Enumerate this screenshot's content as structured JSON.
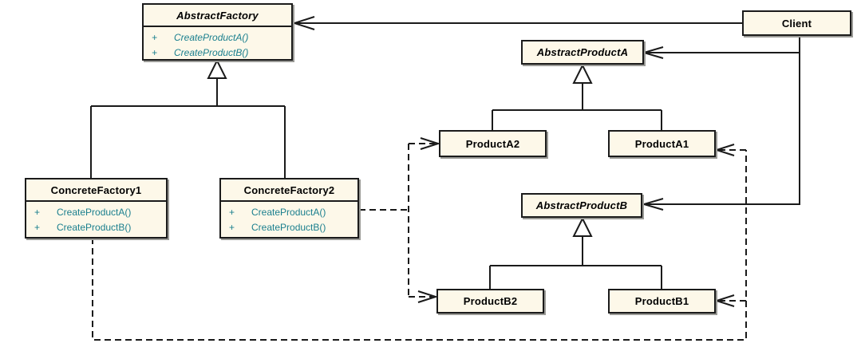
{
  "diagram": {
    "kind": "uml-class-diagram",
    "pattern": "Abstract Factory"
  },
  "colors": {
    "node_fill": "#fdf8e9",
    "node_border": "#1b1b1b",
    "connector": "#1a1a1a",
    "method_text": "#1a7f8e",
    "title_text": "#000000",
    "background": "#ffffff"
  },
  "classes": {
    "abstractFactory": {
      "name": "AbstractFactory",
      "abstract": true,
      "methods": [
        {
          "vis": "+",
          "sig": "CreateProductA()"
        },
        {
          "vis": "+",
          "sig": "CreateProductB()"
        }
      ]
    },
    "concreteFactory1": {
      "name": "ConcreteFactory1",
      "abstract": false,
      "methods": [
        {
          "vis": "+",
          "sig": "CreateProductA()"
        },
        {
          "vis": "+",
          "sig": "CreateProductB()"
        }
      ]
    },
    "concreteFactory2": {
      "name": "ConcreteFactory2",
      "abstract": false,
      "methods": [
        {
          "vis": "+",
          "sig": "CreateProductA()"
        },
        {
          "vis": "+",
          "sig": "CreateProductB()"
        }
      ]
    },
    "client": {
      "name": "Client",
      "abstract": false
    },
    "abstractProductA": {
      "name": "AbstractProductA",
      "abstract": true
    },
    "productA2": {
      "name": "ProductA2",
      "abstract": false
    },
    "productA1": {
      "name": "ProductA1",
      "abstract": false
    },
    "abstractProductB": {
      "name": "AbstractProductB",
      "abstract": true
    },
    "productB2": {
      "name": "ProductB2",
      "abstract": false
    },
    "productB1": {
      "name": "ProductB1",
      "abstract": false
    }
  },
  "relationships": [
    {
      "type": "association",
      "from": "Client",
      "to": "AbstractFactory"
    },
    {
      "type": "association",
      "from": "Client",
      "to": "AbstractProductA"
    },
    {
      "type": "association",
      "from": "Client",
      "to": "AbstractProductB"
    },
    {
      "type": "generalization",
      "from": "ConcreteFactory1",
      "to": "AbstractFactory"
    },
    {
      "type": "generalization",
      "from": "ConcreteFactory2",
      "to": "AbstractFactory"
    },
    {
      "type": "generalization",
      "from": "ProductA2",
      "to": "AbstractProductA"
    },
    {
      "type": "generalization",
      "from": "ProductA1",
      "to": "AbstractProductA"
    },
    {
      "type": "generalization",
      "from": "ProductB2",
      "to": "AbstractProductB"
    },
    {
      "type": "generalization",
      "from": "ProductB1",
      "to": "AbstractProductB"
    },
    {
      "type": "dependency",
      "from": "ConcreteFactory2",
      "to": "ProductA2"
    },
    {
      "type": "dependency",
      "from": "ConcreteFactory2",
      "to": "ProductB2"
    },
    {
      "type": "dependency",
      "from": "ConcreteFactory1",
      "to": "ProductA1"
    },
    {
      "type": "dependency",
      "from": "ConcreteFactory1",
      "to": "ProductB1"
    }
  ]
}
